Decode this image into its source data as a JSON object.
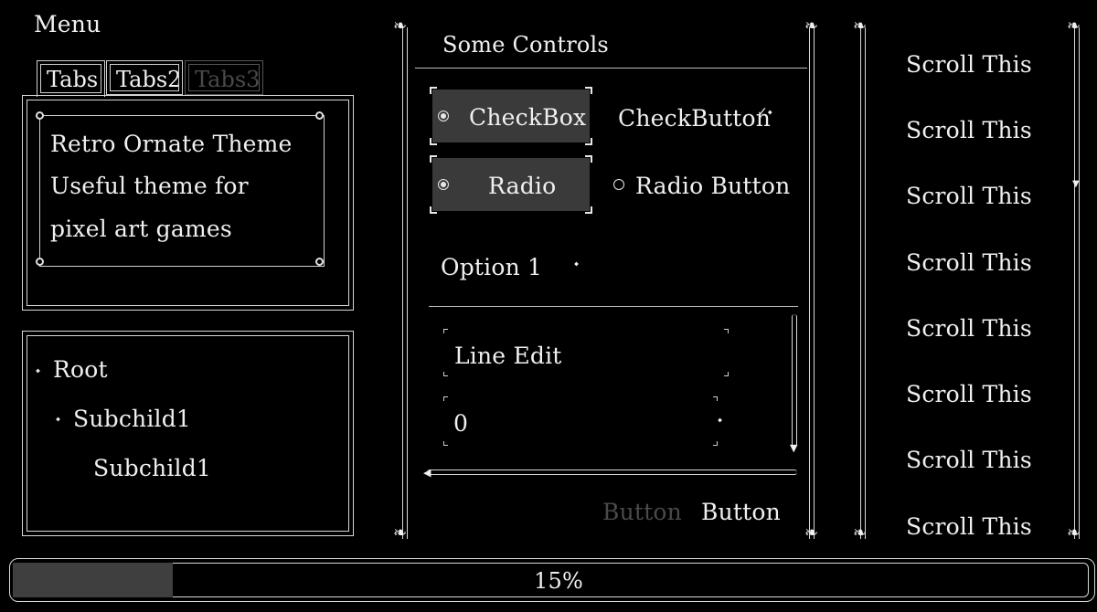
{
  "menu": {
    "label": "Menu"
  },
  "tabs": [
    {
      "label": "Tabs",
      "active": true,
      "disabled": false
    },
    {
      "label": "Tabs2",
      "active": false,
      "disabled": false
    },
    {
      "label": "Tabs3",
      "active": false,
      "disabled": true
    }
  ],
  "text_panel": {
    "lines": [
      "Retro Ornate Theme",
      "Useful theme for",
      "pixel art games"
    ]
  },
  "tree": {
    "root": "Root",
    "child": "Subchild1",
    "grandchild": "Subchild1"
  },
  "controls": {
    "title": "Some Controls",
    "checkbox_label": "CheckBox",
    "checkbutton_label": "CheckButton",
    "radio_label": "Radio",
    "radio_button_label": "Radio Button",
    "option_value": "Option 1",
    "line_edit_value": "Line Edit",
    "spinbox_value": "0",
    "button_disabled_label": "Button",
    "button_label": "Button"
  },
  "scroll_list": {
    "items": [
      "Scroll This",
      "Scroll This",
      "Scroll This",
      "Scroll This",
      "Scroll This",
      "Scroll This",
      "Scroll This",
      "Scroll This"
    ]
  },
  "progress": {
    "value": 0.15,
    "label": "15%"
  },
  "colors": {
    "background": "#000000",
    "foreground": "#f0f0f0",
    "fill": "#3f3f3f",
    "disabled": "#4a4a4a"
  },
  "icons": [
    "ornate-corner-icon",
    "radio-dot-icon",
    "tree-toggle-icon",
    "spin-arrows-icon",
    "scroll-arrow-icon"
  ]
}
